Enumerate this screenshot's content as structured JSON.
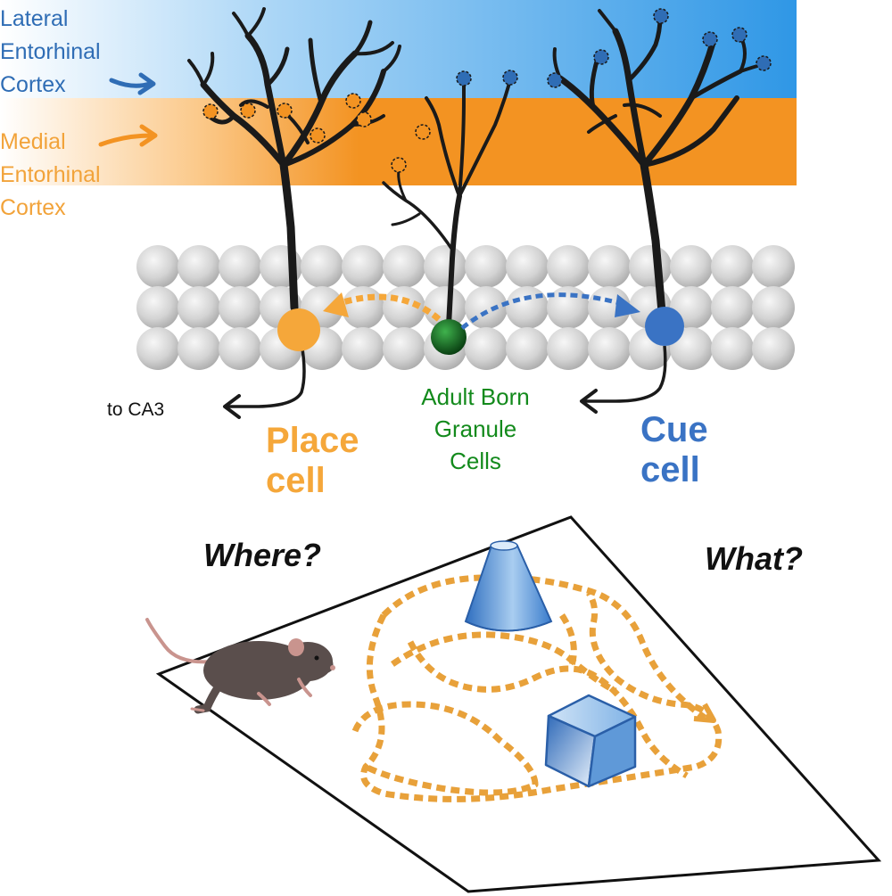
{
  "labels": {
    "lec_line1": "Lateral",
    "lec_line2": "Entorhinal",
    "lec_line3": "Cortex",
    "mec_line1": "Medial",
    "mec_line2": "Entorhinal",
    "mec_line3": "Cortex",
    "to_ca3": "to CA3",
    "place_line1": "Place",
    "place_line2": "cell",
    "abgc_line1": "Adult Born",
    "abgc_line2": "Granule",
    "abgc_line3": "Cells",
    "cue_line1": "Cue",
    "cue_line2": "cell",
    "where": "Where?",
    "what": "What?"
  },
  "colors": {
    "lec_blue": "#2f97e6",
    "mec_orange": "#f39322",
    "place_cell": "#f5a73a",
    "cue_cell": "#3a73c4",
    "abgc_green": "#0f7a1f",
    "dendrite": "#1a1a1a",
    "granule_gray": "#cfcfcf",
    "path_orange": "#e8a13a",
    "object_blue": "#4a8fd6"
  },
  "icons": {
    "mouse": "mouse-icon",
    "cone": "cone-object-icon",
    "cube": "cube-object-icon"
  }
}
